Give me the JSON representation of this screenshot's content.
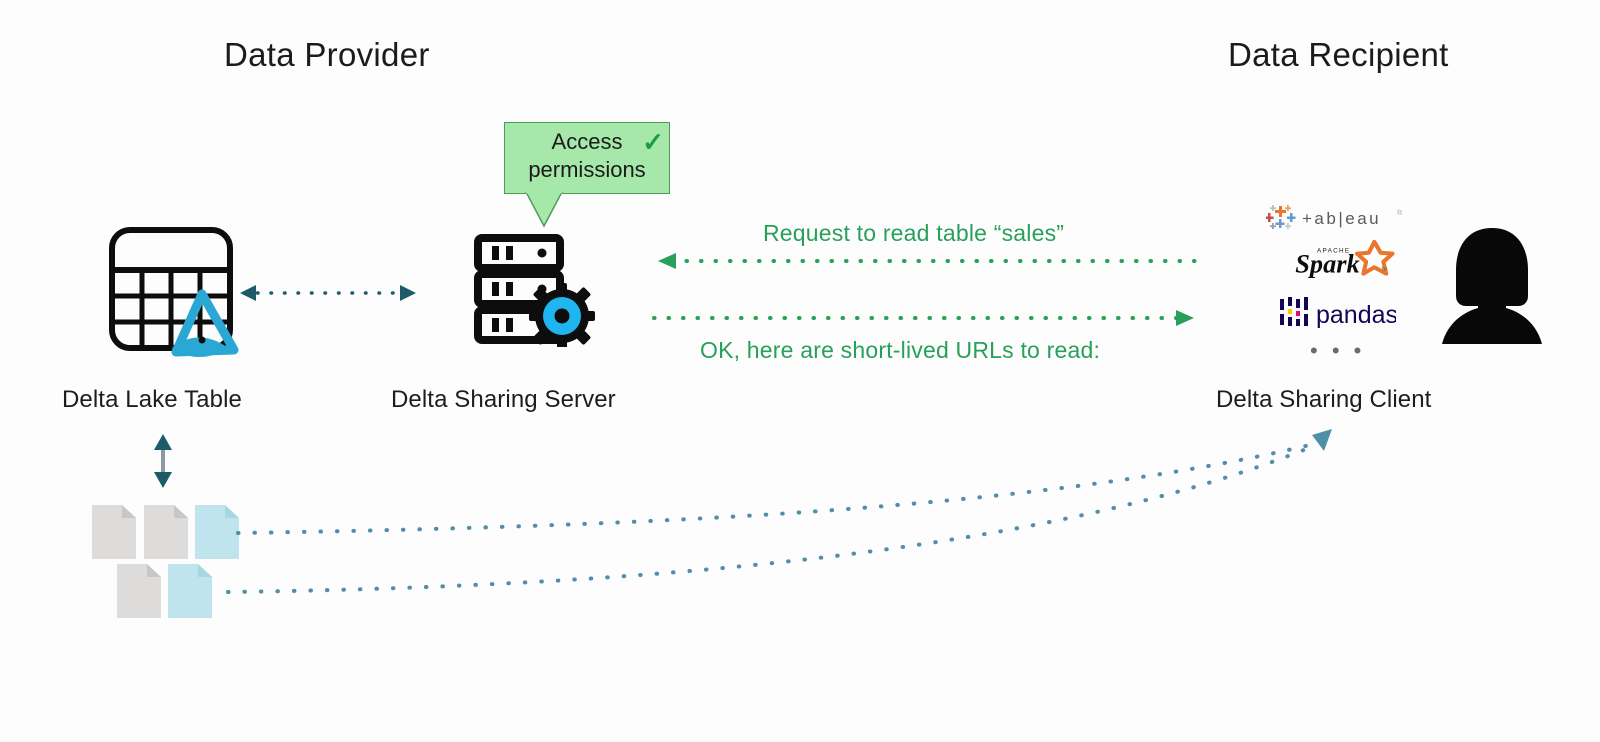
{
  "diagram": {
    "title_provider": "Data Provider",
    "title_recipient": "Data Recipient",
    "bubble": {
      "text": "Access\npermissions",
      "check": "✓",
      "fill_color": "#a6e8a9",
      "border_color": "#49a055"
    },
    "nodes": {
      "delta_lake_table": {
        "caption": "Delta Lake Table",
        "icon": "table-grid-icon",
        "accent_color": "#2ba7d4"
      },
      "delta_sharing_server": {
        "caption": "Delta Sharing Server",
        "icon": "server-rack-gear-icon",
        "accent_color": "#1eb5f0"
      },
      "delta_sharing_client": {
        "caption": "Delta Sharing Client",
        "icon": "person-silhouette-icon"
      }
    },
    "messages": {
      "request": "Request to read table “sales”",
      "response": "OK, here are short-lived URLs to read:",
      "color": "#28a05a"
    },
    "client_logos": [
      {
        "name": "tableau-logo",
        "label": "+ableau"
      },
      {
        "name": "spark-logo",
        "label": "Spark",
        "sublabel": "APACHE"
      },
      {
        "name": "pandas-logo",
        "label": "pandas"
      },
      {
        "name": "more-ellipsis",
        "label": "• • •"
      }
    ],
    "files": {
      "row1": [
        "gray",
        "gray",
        "blue"
      ],
      "row2": [
        "gray",
        "blue"
      ],
      "gray_color": "#dddcda",
      "blue_color": "#bfe4ee"
    },
    "arrows": {
      "table_server": {
        "name": "bidirectional-dotted-arrow",
        "color": "#1d5b6a"
      },
      "table_files": {
        "name": "vertical-double-arrow",
        "color": "#1d5b6a"
      },
      "request": {
        "name": "request-arrow-left",
        "color": "#28a05a"
      },
      "response": {
        "name": "response-arrow-right",
        "color": "#28a05a"
      },
      "file_curves": {
        "name": "file-transfer-curves",
        "color": "#4f8fa8"
      }
    }
  }
}
